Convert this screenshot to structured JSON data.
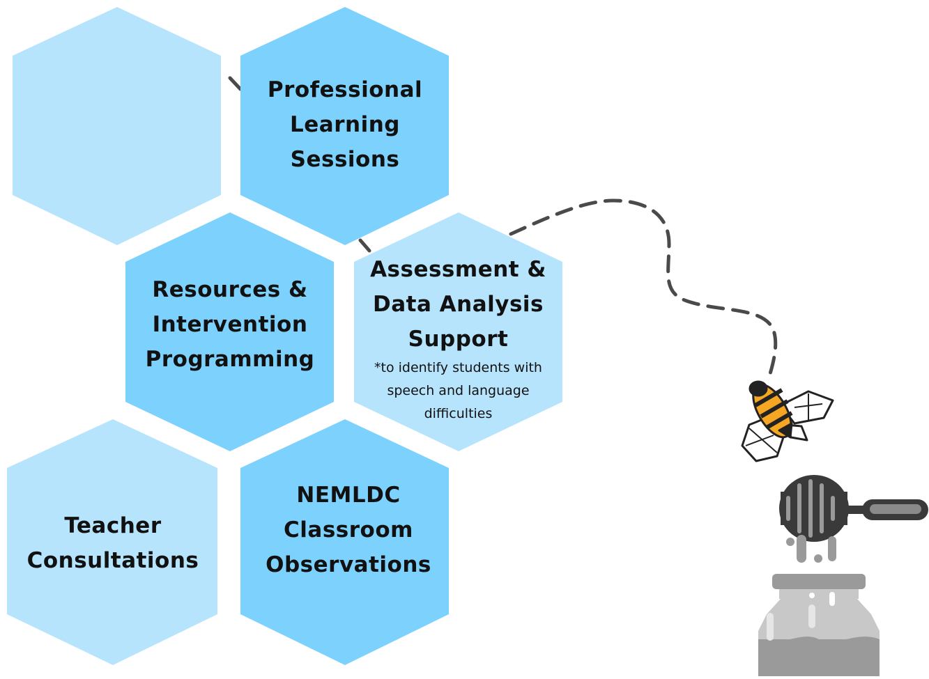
{
  "colors": {
    "light": "#b6e4fd",
    "medium": "#7dd1fd",
    "text": "#111111",
    "path": "#4a4a4a"
  },
  "icons": [
    "bee-icon",
    "honey-dipper-icon",
    "honey-jar-icon"
  ],
  "hexagons": [
    {
      "id": "blank",
      "lines": []
    },
    {
      "id": "professional-learning",
      "lines": [
        "Professional",
        "Learning",
        "Sessions"
      ]
    },
    {
      "id": "resources",
      "lines": [
        "Resources &",
        "Intervention",
        "Programming"
      ]
    },
    {
      "id": "assessment",
      "lines": [
        "Assessment &",
        "Data Analysis",
        "Support"
      ],
      "note": [
        "*to identify students with",
        "speech and language",
        "difficulties"
      ]
    },
    {
      "id": "teacher-consultations",
      "lines": [
        "Teacher",
        "Consultations"
      ]
    },
    {
      "id": "nemldc",
      "lines": [
        "NEMLDC",
        "Classroom",
        "Observations"
      ]
    }
  ]
}
